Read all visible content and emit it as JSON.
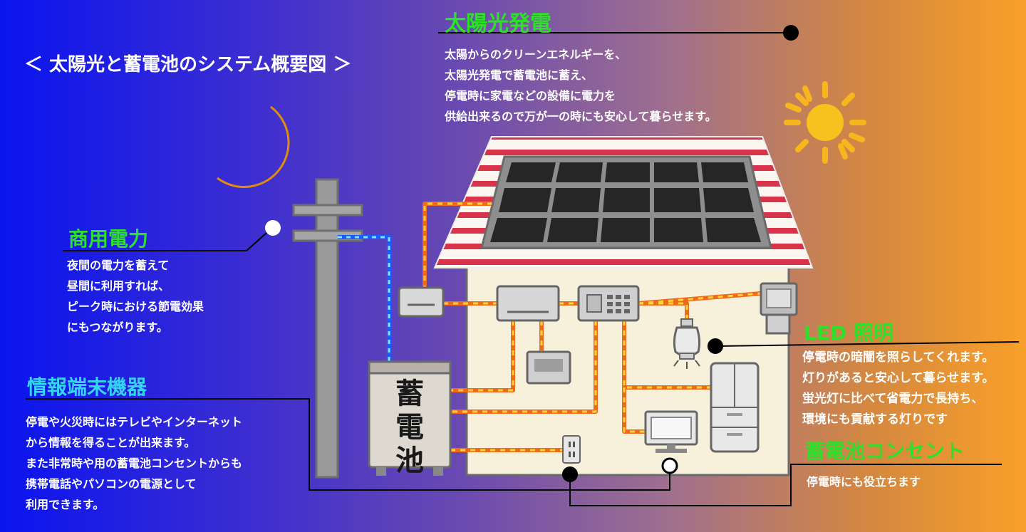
{
  "title": "＜ 太陽光と蓄電池のシステム概要図 ＞",
  "solar": {
    "heading": "太陽光発電",
    "lines": [
      "太陽からのクリーンエネルギーを、",
      "太陽光発電で蓄電池に蓄え、",
      "停電時に家電などの設備に電力を",
      "供給出来るので万が一の時にも安心して暮らせます。"
    ]
  },
  "grid": {
    "heading": "商用電力",
    "lines": [
      "夜間の電力を蓄えて",
      "昼間に利用すれば、",
      "ピーク時における節電効果",
      "にもつながります。"
    ]
  },
  "info": {
    "heading": "情報端末機器",
    "lines": [
      "停電や火災時にはテレビやインターネット",
      "から情報を得ることが出来ます。",
      "また非常時や用の蓄電池コンセントからも",
      "携帯電話やパソコンの電源として",
      "利用できます。"
    ]
  },
  "led": {
    "heading": "LED 照明",
    "lines": [
      "停電時の暗闇を照らしてくれます。",
      "灯りがあると安心して暮らせます。",
      "蛍光灯に比べて省電力で長持ち、",
      "環境にも貢献する灯りです"
    ]
  },
  "outlet": {
    "heading": "蓄電池コンセント",
    "lines": [
      "停電時にも役立ちます"
    ]
  },
  "battery": {
    "chars": [
      "蓄",
      "電",
      "池"
    ]
  },
  "colors": {
    "gradient_start": "#0a14ef",
    "gradient_end": "#f9a02a",
    "heading_green": "#2ee02a",
    "heading_cyan": "#35d4f2",
    "wire_orange": "#f06a1e",
    "wire_yellow": "#ffd23a",
    "wire_blue": "#1e5bff"
  }
}
